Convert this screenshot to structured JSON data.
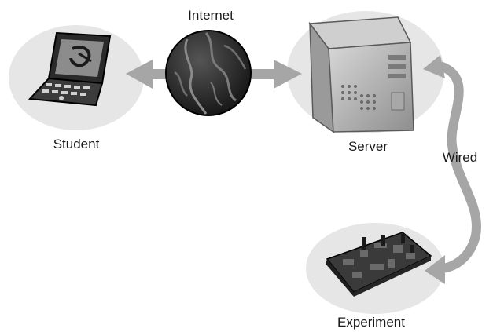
{
  "nodes": {
    "internet": {
      "label": "Internet",
      "icon": "globe-icon"
    },
    "student": {
      "label": "Student",
      "icon": "laptop-icon"
    },
    "server": {
      "label": "Server",
      "icon": "server-tower-icon"
    },
    "experiment": {
      "label": "Experiment",
      "icon": "circuit-board-icon"
    }
  },
  "edges": {
    "wired": {
      "label": "Wired"
    }
  },
  "colors": {
    "background_ellipse": "#e6e6e6",
    "arrow": "#a6a6a6",
    "globe": "#2b2b2b",
    "board": "#3a3a3a",
    "label_text": "#1a1a1a"
  }
}
